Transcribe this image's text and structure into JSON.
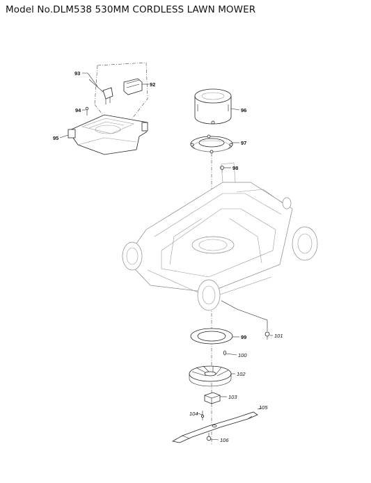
{
  "title": "Model No.DLM538 530MM CORDLESS LAWN MOWER",
  "callouts": {
    "p92": "92",
    "p93": "93",
    "p94": "94",
    "p95": "95",
    "p96": "96",
    "p97": "97",
    "p98": "98",
    "p99": "99",
    "p100": "100",
    "p101": "101",
    "p102": "102",
    "p103": "103",
    "p104": "104",
    "p105": "105",
    "p106": "106"
  }
}
